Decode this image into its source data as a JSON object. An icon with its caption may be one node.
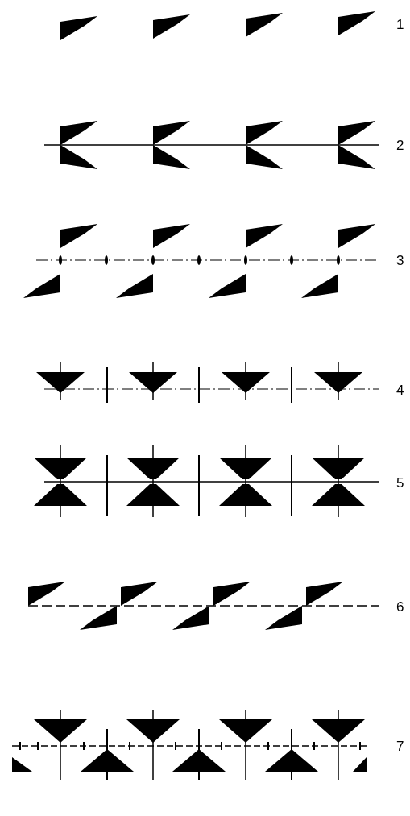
{
  "diagram": {
    "labels": [
      "1",
      "2",
      "3",
      "4",
      "5",
      "6",
      "7"
    ]
  }
}
